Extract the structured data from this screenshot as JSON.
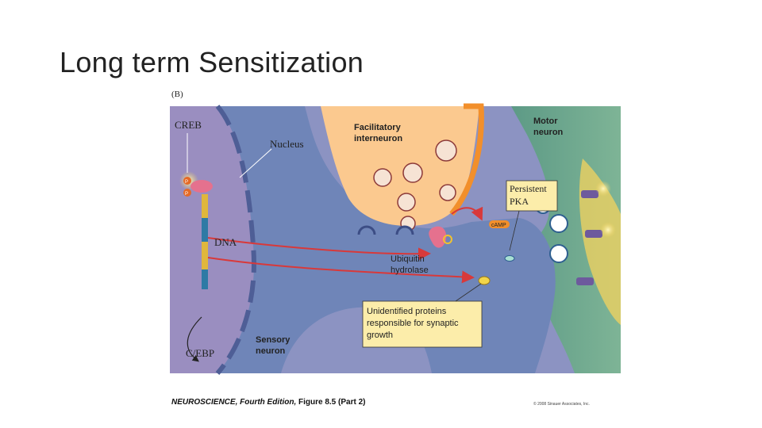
{
  "slide": {
    "title": "Long term Sensitization"
  },
  "figure": {
    "panel_label": "(B)",
    "labels": {
      "creb": "CREB",
      "nucleus": "Nucleus",
      "facilitatory_line1": "Facilitatory",
      "facilitatory_line2": "interneuron",
      "motor_line1": "Motor",
      "motor_line2": "neuron",
      "persistent_line1": "Persistent",
      "persistent_line2": "PKA",
      "camp": "cAMP",
      "dna": "DNA",
      "ubiquitin_line1": "Ubiquitin",
      "ubiquitin_line2": "hydrolase",
      "unidentified_line1": "Unidentified proteins",
      "unidentified_line2": "responsible for synaptic",
      "unidentified_line3": "growth",
      "sensory_line1": "Sensory",
      "sensory_line2": "neuron",
      "cebp": "C/EBP",
      "p": "P"
    }
  },
  "caption": {
    "bold_part": "NEUROSCIENCE, Fourth Edition,",
    "rest": "Figure 8.5 (Part 2)"
  },
  "copyright": "© 2008 Sinauer Associates, Inc.",
  "colors": {
    "background_slate": "#8c93c2",
    "nucleus_purple": "#9a8ec0",
    "sensory_blue": "#6f85b8",
    "interneuron_orange": "#fbc98f",
    "motor_green": "#5f9e85",
    "label_yellow": "#fcedaa",
    "arrow_red": "#d8393a"
  }
}
